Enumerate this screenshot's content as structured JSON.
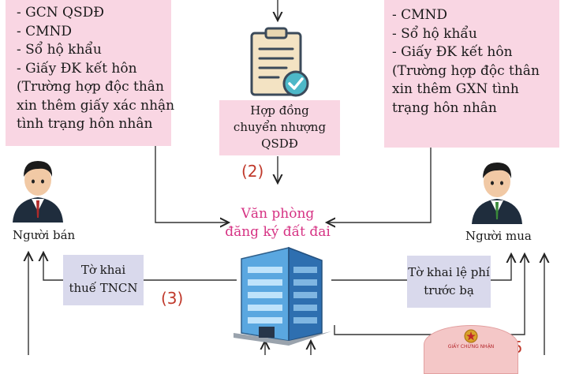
{
  "seller_docs": {
    "lines": [
      "- GCN QSDĐ",
      "- CMND",
      "- Sổ hộ khẩu",
      "- Giấy ĐK kết hôn",
      "(Trường hợp độc thân",
      "xin thêm giấy xác nhận",
      "tình trạng hôn nhân"
    ]
  },
  "buyer_docs": {
    "lines": [
      "- CMND",
      "- Sổ hộ khẩu",
      "- Giấy ĐK kết hôn",
      "(Trường hợp độc thân",
      "xin thêm GXN tình",
      "trạng hôn nhân"
    ]
  },
  "contract": {
    "lines": [
      "Hợp đồng",
      "chuyển nhượng",
      "QSDĐ"
    ]
  },
  "steps": {
    "s2": "(2)",
    "s3": "(3)",
    "s5": "(5"
  },
  "office": {
    "lines": [
      "Văn phòng",
      "đăng ký đất đai"
    ]
  },
  "seller": {
    "label": "Người bán"
  },
  "buyer": {
    "label": "Người mua"
  },
  "tax_form": {
    "lines": [
      "Tờ khai",
      "thuế TNCN"
    ]
  },
  "fee_form": {
    "lines": [
      "Tờ khai lệ phí",
      "trước bạ"
    ]
  },
  "certificate": {
    "title": "GIẤY CHỨNG NHẬN"
  },
  "colors": {
    "pink": "#f9d6e3",
    "lavender": "#d9d9ec",
    "step_red": "#c0392b",
    "office_magenta": "#d63384"
  }
}
